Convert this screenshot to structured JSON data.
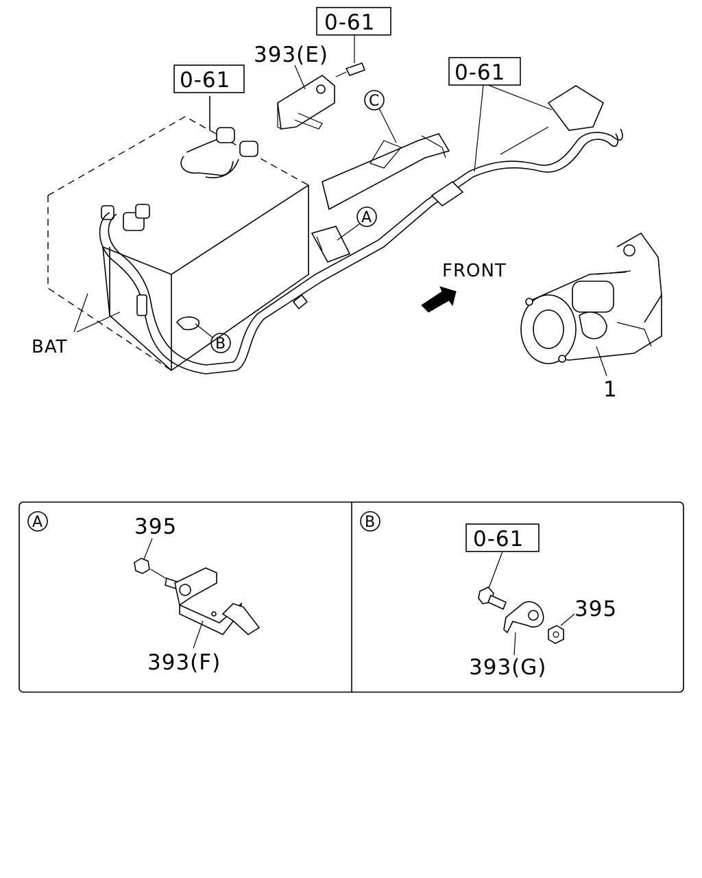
{
  "labels": {
    "ref_top": "0-61",
    "ref_battery": "0-61",
    "ref_right": "0-61",
    "ref_detail_b": "0-61",
    "part_393e": "393(E)",
    "part_393f": "393(F)",
    "part_393g": "393(G)",
    "part_395a": "395",
    "part_395b": "395",
    "part_starter": "1",
    "bat": "BAT",
    "front": "FRONT"
  },
  "callouts": {
    "a": "A",
    "b": "B",
    "c": "C",
    "detail_a": "A",
    "detail_b": "B"
  }
}
